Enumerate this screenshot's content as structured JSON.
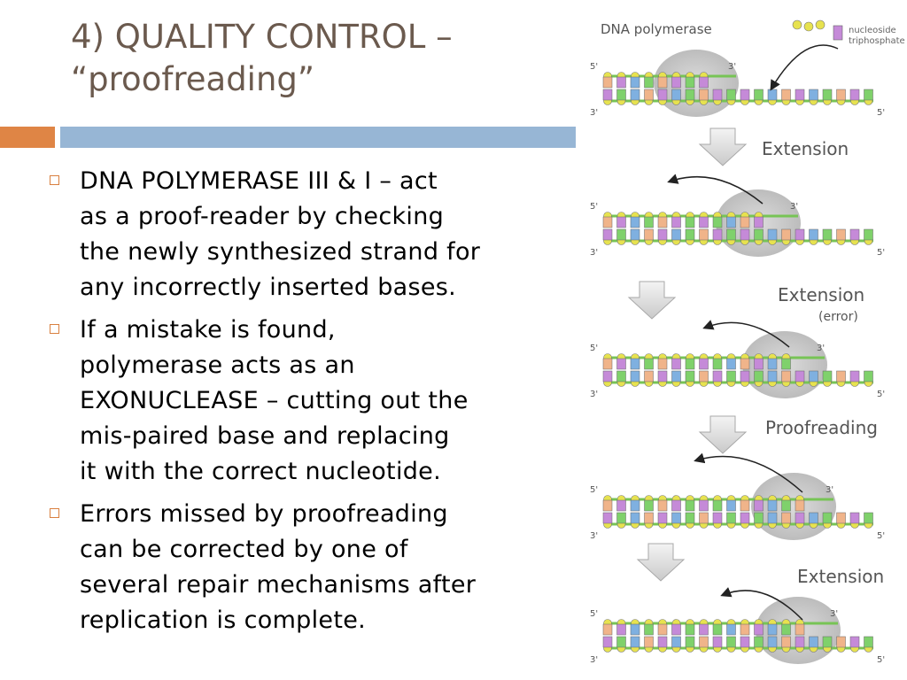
{
  "slide": {
    "title_line1": "4) QUALITY CONTROL –",
    "title_line2": "“proofreading”",
    "bullets": [
      {
        "lines": [
          "DNA POLYMERASE III & I – act",
          "as a proof-reader by checking",
          "the newly synthesized strand for",
          "any incorrectly inserted bases."
        ]
      },
      {
        "lines": [
          "If a mistake is found,",
          "polymerase acts as an",
          "EXONUCLEASE – cutting out the",
          "mis-paired base and replacing",
          "it with the correct nucleotide."
        ]
      },
      {
        "lines": [
          "Errors missed by proofreading",
          "can be corrected by one of",
          "several repair mechanisms after",
          "replication is complete."
        ]
      }
    ]
  },
  "diagram": {
    "top_label": "DNA polymerase",
    "nucleoside_label_1": "nucleoside",
    "nucleoside_label_2": "triphosphate",
    "prime5": "5'",
    "prime3": "3'",
    "stages": [
      {
        "label": "Extension",
        "sub": ""
      },
      {
        "label": "Extension",
        "sub": "(error)"
      },
      {
        "label": "Proofreading",
        "sub": ""
      },
      {
        "label": "Extension",
        "sub": ""
      }
    ]
  },
  "colors": {
    "title": "#6b5a4e",
    "accent_orange": "#df8545",
    "accent_blue": "#97b6d5"
  }
}
